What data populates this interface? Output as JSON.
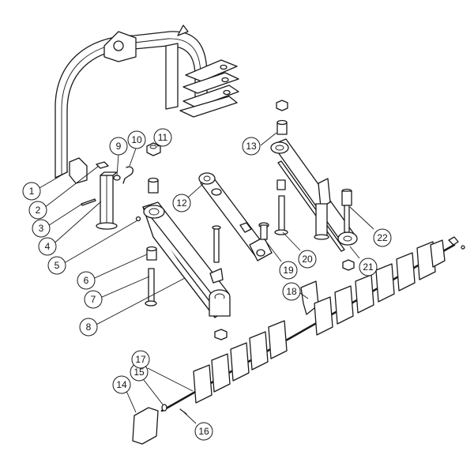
{
  "callouts": [
    {
      "label": "1"
    },
    {
      "label": "2"
    },
    {
      "label": "3"
    },
    {
      "label": "4"
    },
    {
      "label": "5"
    },
    {
      "label": "6"
    },
    {
      "label": "7"
    },
    {
      "label": "8"
    },
    {
      "label": "9"
    },
    {
      "label": "10"
    },
    {
      "label": "11"
    },
    {
      "label": "12"
    },
    {
      "label": "13"
    },
    {
      "label": "14"
    },
    {
      "label": "15"
    },
    {
      "label": "16"
    },
    {
      "label": "17"
    },
    {
      "label": "18"
    },
    {
      "label": "19"
    },
    {
      "label": "20"
    },
    {
      "label": "21"
    },
    {
      "label": "22"
    }
  ]
}
